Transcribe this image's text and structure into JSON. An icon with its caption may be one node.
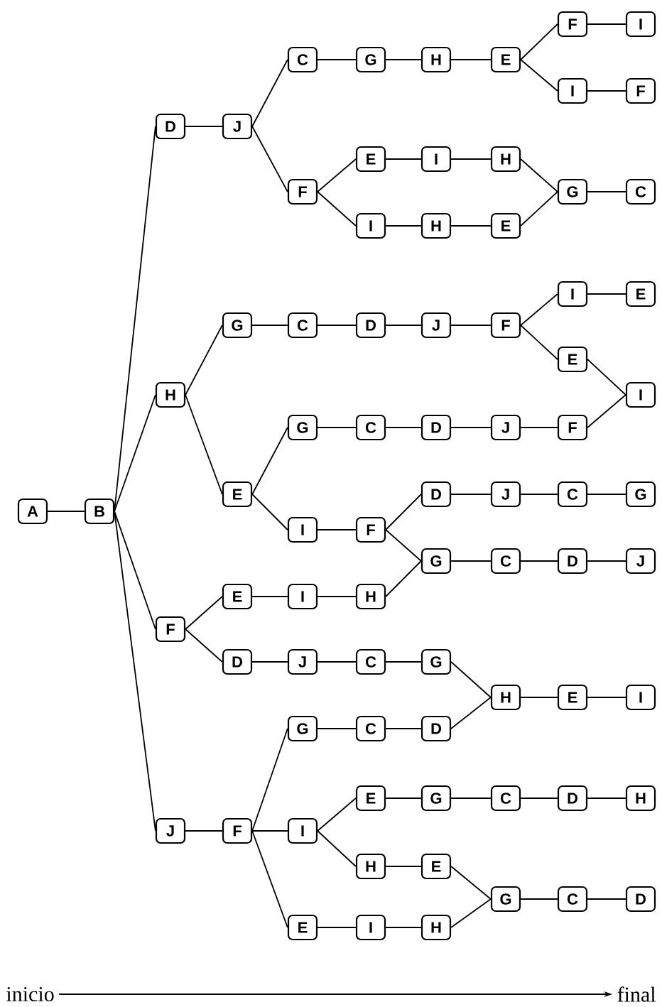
{
  "diagram": {
    "nodes": [
      {
        "text": [
          "A"
        ]
      },
      {
        "text": [
          "B"
        ]
      },
      {
        "text": [
          "D"
        ]
      },
      {
        "text": [
          "J"
        ]
      },
      {
        "text": [
          "C"
        ]
      },
      {
        "text": [
          "G"
        ]
      },
      {
        "text": [
          "H"
        ]
      },
      {
        "text": [
          "E"
        ]
      },
      {
        "text": [
          "F"
        ]
      },
      {
        "text": [
          "I"
        ]
      },
      {
        "text": [
          "I"
        ]
      },
      {
        "text": [
          "F"
        ]
      },
      {
        "text": [
          "F"
        ]
      },
      {
        "text": [
          "E"
        ]
      },
      {
        "text": [
          "I"
        ]
      },
      {
        "text": [
          "H"
        ]
      },
      {
        "text": [
          "I"
        ]
      },
      {
        "text": [
          "H"
        ]
      },
      {
        "text": [
          "E"
        ]
      },
      {
        "text": [
          "G"
        ]
      },
      {
        "text": [
          "C"
        ]
      },
      {
        "text": [
          "H"
        ]
      },
      {
        "text": [
          "G"
        ]
      },
      {
        "text": [
          "C"
        ]
      },
      {
        "text": [
          "D"
        ]
      },
      {
        "text": [
          "J"
        ]
      },
      {
        "text": [
          "F"
        ]
      },
      {
        "text": [
          "I"
        ]
      },
      {
        "text": [
          "E"
        ]
      },
      {
        "text": [
          "E"
        ]
      },
      {
        "text": [
          "I"
        ]
      },
      {
        "text": [
          "E"
        ]
      },
      {
        "text": [
          "G"
        ]
      },
      {
        "text": [
          "C"
        ]
      },
      {
        "text": [
          "D"
        ]
      },
      {
        "text": [
          "J"
        ]
      },
      {
        "text": [
          "F"
        ]
      },
      {
        "text": [
          "I"
        ]
      },
      {
        "text": [
          "F"
        ]
      },
      {
        "text": [
          "D"
        ]
      },
      {
        "text": [
          "J"
        ]
      },
      {
        "text": [
          "C"
        ]
      },
      {
        "text": [
          "G"
        ]
      },
      {
        "text": [
          "G"
        ]
      },
      {
        "text": [
          "C"
        ]
      },
      {
        "text": [
          "D"
        ]
      },
      {
        "text": [
          "J"
        ]
      },
      {
        "text": [
          "F"
        ]
      },
      {
        "text": [
          "E"
        ]
      },
      {
        "text": [
          "I"
        ]
      },
      {
        "text": [
          "H"
        ]
      },
      {
        "text": [
          "D"
        ]
      },
      {
        "text": [
          "J"
        ]
      },
      {
        "text": [
          "C"
        ]
      },
      {
        "text": [
          "G"
        ]
      },
      {
        "text": [
          "J"
        ]
      },
      {
        "text": [
          "F"
        ]
      },
      {
        "text": [
          "G"
        ]
      },
      {
        "text": [
          "C"
        ]
      },
      {
        "text": [
          "D"
        ]
      },
      {
        "text": [
          "H"
        ]
      },
      {
        "text": [
          "E"
        ]
      },
      {
        "text": [
          "I"
        ]
      },
      {
        "text": [
          "I"
        ]
      },
      {
        "text": [
          "E"
        ]
      },
      {
        "text": [
          "G"
        ]
      },
      {
        "text": [
          "C"
        ]
      },
      {
        "text": [
          "D"
        ]
      },
      {
        "text": [
          "H"
        ]
      },
      {
        "text": [
          "H"
        ]
      },
      {
        "text": [
          "E"
        ]
      },
      {
        "text": [
          "G"
        ]
      },
      {
        "text": [
          "C"
        ]
      },
      {
        "text": [
          "D"
        ]
      },
      {
        "text": [
          "E"
        ]
      },
      {
        "text": [
          "I"
        ]
      },
      {
        "text": [
          "H"
        ]
      },
      {
        "text": [
          "inicio"
        ]
      },
      {
        "text": [
          "final"
        ]
      }
    ],
    "edges": [
      {
        "from": 0,
        "to": 1,
        "arrow": "none"
      },
      {
        "from": 1,
        "to": 2,
        "arrow": "none"
      },
      {
        "from": 1,
        "to": 21,
        "arrow": "none"
      },
      {
        "from": 1,
        "to": 47,
        "arrow": "none"
      },
      {
        "from": 1,
        "to": 55,
        "arrow": "none"
      },
      {
        "from": 2,
        "to": 3,
        "arrow": "none"
      },
      {
        "from": 3,
        "to": 4,
        "arrow": "none"
      },
      {
        "from": 3,
        "to": 12,
        "arrow": "none"
      },
      {
        "from": 4,
        "to": 5,
        "arrow": "none"
      },
      {
        "from": 5,
        "to": 6,
        "arrow": "none"
      },
      {
        "from": 6,
        "to": 7,
        "arrow": "none"
      },
      {
        "from": 7,
        "to": 8,
        "arrow": "none"
      },
      {
        "from": 8,
        "to": 9,
        "arrow": "none"
      },
      {
        "from": 7,
        "to": 10,
        "arrow": "none"
      },
      {
        "from": 10,
        "to": 11,
        "arrow": "none"
      },
      {
        "from": 12,
        "to": 13,
        "arrow": "none"
      },
      {
        "from": 13,
        "to": 14,
        "arrow": "none"
      },
      {
        "from": 14,
        "to": 15,
        "arrow": "none"
      },
      {
        "from": 15,
        "to": 19,
        "arrow": "none"
      },
      {
        "from": 12,
        "to": 16,
        "arrow": "none"
      },
      {
        "from": 16,
        "to": 17,
        "arrow": "none"
      },
      {
        "from": 17,
        "to": 18,
        "arrow": "none"
      },
      {
        "from": 18,
        "to": 19,
        "arrow": "none"
      },
      {
        "from": 19,
        "to": 20,
        "arrow": "none"
      },
      {
        "from": 21,
        "to": 22,
        "arrow": "none"
      },
      {
        "from": 22,
        "to": 23,
        "arrow": "none"
      },
      {
        "from": 23,
        "to": 24,
        "arrow": "none"
      },
      {
        "from": 24,
        "to": 25,
        "arrow": "none"
      },
      {
        "from": 25,
        "to": 26,
        "arrow": "none"
      },
      {
        "from": 26,
        "to": 27,
        "arrow": "none"
      },
      {
        "from": 27,
        "to": 28,
        "arrow": "none"
      },
      {
        "from": 26,
        "to": 29,
        "arrow": "none"
      },
      {
        "from": 29,
        "to": 30,
        "arrow": "none"
      },
      {
        "from": 21,
        "to": 31,
        "arrow": "none"
      },
      {
        "from": 31,
        "to": 32,
        "arrow": "none"
      },
      {
        "from": 32,
        "to": 33,
        "arrow": "none"
      },
      {
        "from": 33,
        "to": 34,
        "arrow": "none"
      },
      {
        "from": 34,
        "to": 35,
        "arrow": "none"
      },
      {
        "from": 35,
        "to": 36,
        "arrow": "none"
      },
      {
        "from": 36,
        "to": 30,
        "arrow": "none"
      },
      {
        "from": 31,
        "to": 37,
        "arrow": "none"
      },
      {
        "from": 37,
        "to": 38,
        "arrow": "none"
      },
      {
        "from": 38,
        "to": 39,
        "arrow": "none"
      },
      {
        "from": 39,
        "to": 40,
        "arrow": "none"
      },
      {
        "from": 40,
        "to": 41,
        "arrow": "none"
      },
      {
        "from": 41,
        "to": 42,
        "arrow": "none"
      },
      {
        "from": 38,
        "to": 43,
        "arrow": "none"
      },
      {
        "from": 43,
        "to": 44,
        "arrow": "none"
      },
      {
        "from": 44,
        "to": 45,
        "arrow": "none"
      },
      {
        "from": 45,
        "to": 46,
        "arrow": "none"
      },
      {
        "from": 47,
        "to": 48,
        "arrow": "none"
      },
      {
        "from": 48,
        "to": 49,
        "arrow": "none"
      },
      {
        "from": 49,
        "to": 50,
        "arrow": "none"
      },
      {
        "from": 50,
        "to": 43,
        "arrow": "none"
      },
      {
        "from": 47,
        "to": 51,
        "arrow": "none"
      },
      {
        "from": 51,
        "to": 52,
        "arrow": "none"
      },
      {
        "from": 52,
        "to": 53,
        "arrow": "none"
      },
      {
        "from": 53,
        "to": 54,
        "arrow": "none"
      },
      {
        "from": 54,
        "to": 60,
        "arrow": "none"
      },
      {
        "from": 55,
        "to": 56,
        "arrow": "none"
      },
      {
        "from": 56,
        "to": 57,
        "arrow": "none"
      },
      {
        "from": 57,
        "to": 58,
        "arrow": "none"
      },
      {
        "from": 58,
        "to": 59,
        "arrow": "none"
      },
      {
        "from": 59,
        "to": 60,
        "arrow": "none"
      },
      {
        "from": 60,
        "to": 61,
        "arrow": "none"
      },
      {
        "from": 61,
        "to": 62,
        "arrow": "none"
      },
      {
        "from": 56,
        "to": 63,
        "arrow": "none"
      },
      {
        "from": 63,
        "to": 64,
        "arrow": "none"
      },
      {
        "from": 64,
        "to": 65,
        "arrow": "none"
      },
      {
        "from": 65,
        "to": 66,
        "arrow": "none"
      },
      {
        "from": 66,
        "to": 67,
        "arrow": "none"
      },
      {
        "from": 67,
        "to": 68,
        "arrow": "none"
      },
      {
        "from": 63,
        "to": 69,
        "arrow": "none"
      },
      {
        "from": 69,
        "to": 70,
        "arrow": "none"
      },
      {
        "from": 70,
        "to": 71,
        "arrow": "none"
      },
      {
        "from": 56,
        "to": 74,
        "arrow": "none"
      },
      {
        "from": 74,
        "to": 75,
        "arrow": "none"
      },
      {
        "from": 75,
        "to": 76,
        "arrow": "none"
      },
      {
        "from": 76,
        "to": 71,
        "arrow": "none"
      },
      {
        "from": 71,
        "to": 72,
        "arrow": "none"
      },
      {
        "from": 72,
        "to": 73,
        "arrow": "none"
      },
      {
        "from": 77,
        "to": 78,
        "arrow": "to"
      }
    ]
  }
}
